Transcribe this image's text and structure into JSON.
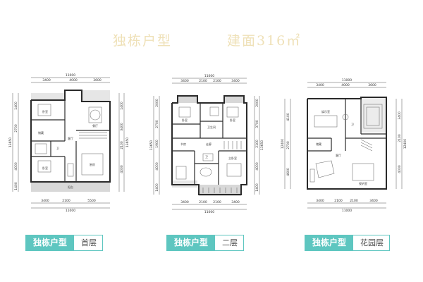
{
  "header": {
    "type_label": "独栋户型",
    "area_label": "建面316㎡"
  },
  "plans": [
    {
      "name": "独栋户型",
      "floor": "首层",
      "top_dims": [
        "11000",
        "3400",
        "4000",
        "3600"
      ],
      "bottom_dims": [
        "3400",
        "2100",
        "5500",
        "11000"
      ],
      "left_dims": [
        "1400",
        "2700",
        "4000",
        "1400",
        "13650"
      ],
      "right_dims": [
        "1400",
        "3400",
        "2100",
        "4000",
        "13650"
      ],
      "room_labels": [
        "卧室",
        "餐厅",
        "客厅",
        "卫",
        "卧室",
        "储藏",
        "厨房",
        "阳台"
      ]
    },
    {
      "name": "独栋户型",
      "floor": "二层",
      "top_dims": [
        "11000",
        "3400",
        "2100",
        "2100",
        "3400"
      ],
      "bottom_dims": [
        "3400",
        "2100",
        "2100",
        "3400",
        "11000"
      ],
      "left_dims": [
        "2000",
        "2700",
        "1900",
        "4000",
        "1400",
        "13650"
      ],
      "right_dims": [
        "2000",
        "3700",
        "2100",
        "4000",
        "1400",
        "13650"
      ],
      "room_labels": [
        "卧室",
        "卧室",
        "卫生间",
        "书房",
        "走廊",
        "卫",
        "主卧室"
      ]
    },
    {
      "name": "独栋户型",
      "floor": "花园层",
      "top_dims": [
        "11000",
        "3400",
        "4000",
        "3600"
      ],
      "bottom_dims": [
        "3400",
        "2100",
        "2100",
        "3400",
        "11000"
      ],
      "left_dims": [
        "4100",
        "2700",
        "4600",
        "12400"
      ],
      "right_dims": [
        "3400",
        "2100",
        "4000",
        "12400"
      ],
      "room_labels": [
        "娱乐室",
        "客厅",
        "卫",
        "储藏",
        "视听室"
      ]
    }
  ],
  "colors": {
    "accent": "#5ec6c0",
    "title": "#efe1b8",
    "wall": "#2a2a2a",
    "balcony": "#d8d8d8"
  }
}
